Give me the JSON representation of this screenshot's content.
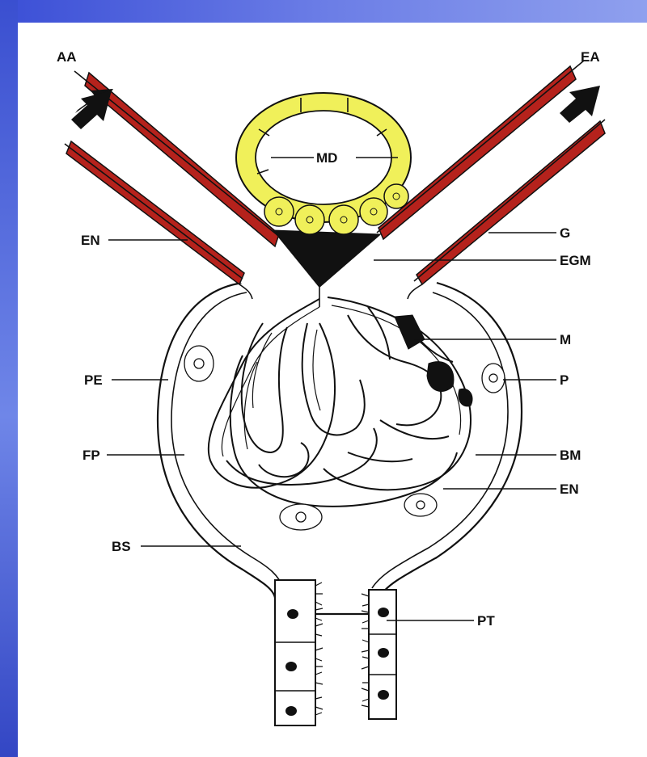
{
  "colors": {
    "frame": "#2b3fbf",
    "background": "#ffffff",
    "smooth_muscle": "#b5221c",
    "macula_densa": "#f0f05a",
    "mesangium": "#111111",
    "outline": "#111111"
  },
  "labels": {
    "aa": "AA",
    "ea": "EA",
    "md": "MD",
    "en_top": "EN",
    "g": "G",
    "egm": "EGM",
    "m": "M",
    "pe": "PE",
    "p": "P",
    "fp": "FP",
    "bm": "BM",
    "en_bottom": "EN",
    "bs": "BS",
    "pt": "PT"
  }
}
